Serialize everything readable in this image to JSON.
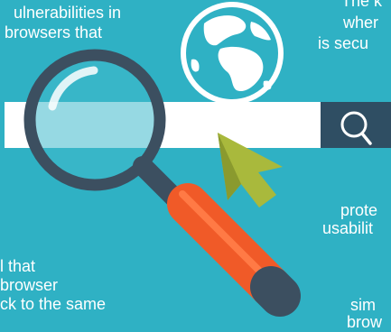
{
  "texts": {
    "t1": "ulnerabilities in",
    "t2": "browsers that",
    "t3": "The k",
    "t4": "wher",
    "t5": "is secu",
    "t6": "prote",
    "t7": "usabilit",
    "t8": "l that",
    "t9": "browser",
    "t10": "ck to the same",
    "t11": "sim",
    "t12": "brow"
  },
  "colors": {
    "background": "#2fb1c4",
    "search_bar": "#ffffff",
    "search_button": "#2f4e63",
    "magnifier_frame": "#3c4f60",
    "magnifier_handle": "#f05a28",
    "cursor": "#a9b93c",
    "globe_ocean": "#2fb1c4",
    "globe_land": "#ffffff"
  },
  "icons": [
    "globe-icon",
    "magnifying-glass-icon",
    "search-icon",
    "cursor-arrow-icon"
  ]
}
